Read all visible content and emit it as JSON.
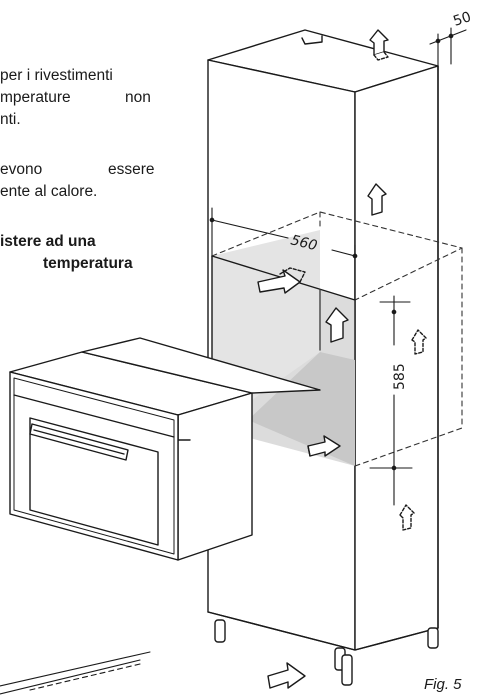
{
  "text": {
    "line1": "per i rivestimenti",
    "line2_a": "mperature",
    "line2_b": "non",
    "line3": "nti.",
    "line4_a": "evono",
    "line4_b": "essere",
    "line5": "ente al calore.",
    "line6": "istere ad una",
    "line7": "temperatura"
  },
  "dimensions": {
    "top_gap": "50",
    "width": "560",
    "height": "585"
  },
  "figure_label": "Fig. 5",
  "colors": {
    "line": "#1a1a1a",
    "cavity": "#dcdcdc",
    "cavity_dark": "#c8c8c8"
  },
  "icons": [
    "up-arrow-icon",
    "right-arrow-icon",
    "dashed-arrow-icon"
  ]
}
